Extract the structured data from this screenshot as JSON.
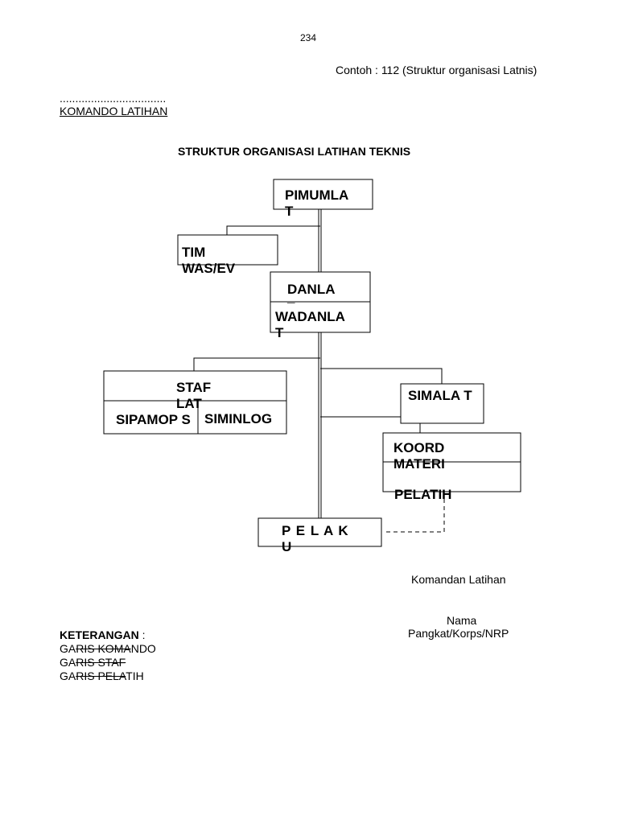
{
  "page_number": "234",
  "example_caption": "Contoh : 112 (Struktur organisasi Latnis)",
  "dots": "..................................",
  "unit_name": "KOMANDO LATIHAN",
  "diagram_title": "STRUKTUR  ORGANISASI  LATIHAN TEKNIS",
  "boxes": {
    "pimumlat": "PIMUMLA T",
    "tim_wasev": "TIM WAS/EV",
    "danlat": "DANLA",
    "danlat_cut": "_",
    "wadanlat": "WADANLA T",
    "staf_lat": "STAF LAT",
    "sipamops": "SIPAMOP S",
    "siminlog": "SIMINLOG",
    "simalat": "SIMALA T",
    "koord_materi": "KOORD MATERI",
    "pelatih": "PELATIH",
    "pelaku": "P E L A K U"
  },
  "signature": {
    "title": "Komandan Latihan",
    "name": "Nama",
    "rank": "Pangkat/Korps/NRP"
  },
  "legend": {
    "heading": "KETERANGAN",
    "colon": " :",
    "items": [
      {
        "pre": "GA",
        "mid": "RIS KOMA",
        "post": "NDO"
      },
      {
        "pre": "GA",
        "mid": "RIS STAF ",
        "post": ""
      },
      {
        "pre": "GA",
        "mid": "RIS PELA",
        "post": "TIH"
      }
    ]
  }
}
